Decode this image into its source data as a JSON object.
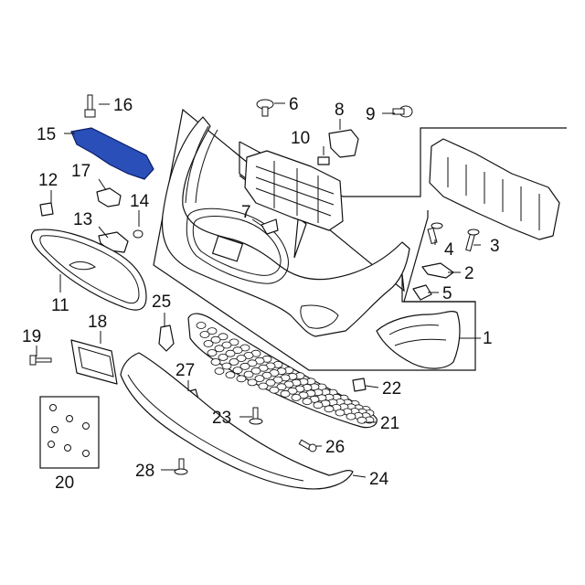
{
  "callouts": [
    {
      "id": "1",
      "label": "1"
    },
    {
      "id": "2",
      "label": "2"
    },
    {
      "id": "3",
      "label": "3"
    },
    {
      "id": "4",
      "label": "4"
    },
    {
      "id": "5",
      "label": "5"
    },
    {
      "id": "6",
      "label": "6"
    },
    {
      "id": "7",
      "label": "7"
    },
    {
      "id": "8",
      "label": "8"
    },
    {
      "id": "9",
      "label": "9"
    },
    {
      "id": "10",
      "label": "10"
    },
    {
      "id": "11",
      "label": "11"
    },
    {
      "id": "12",
      "label": "12"
    },
    {
      "id": "13",
      "label": "13"
    },
    {
      "id": "14",
      "label": "14"
    },
    {
      "id": "15",
      "label": "15"
    },
    {
      "id": "16",
      "label": "16"
    },
    {
      "id": "17",
      "label": "17"
    },
    {
      "id": "18",
      "label": "18"
    },
    {
      "id": "19",
      "label": "19"
    },
    {
      "id": "20",
      "label": "20"
    },
    {
      "id": "21",
      "label": "21"
    },
    {
      "id": "22",
      "label": "22"
    },
    {
      "id": "23",
      "label": "23"
    },
    {
      "id": "24",
      "label": "24"
    },
    {
      "id": "25",
      "label": "25"
    },
    {
      "id": "26",
      "label": "26"
    },
    {
      "id": "27",
      "label": "27"
    },
    {
      "id": "28",
      "label": "28"
    }
  ],
  "highlight_part": "15",
  "colors": {
    "highlight_fill": "#2a4fb8",
    "line": "#111111",
    "background": "#ffffff"
  }
}
